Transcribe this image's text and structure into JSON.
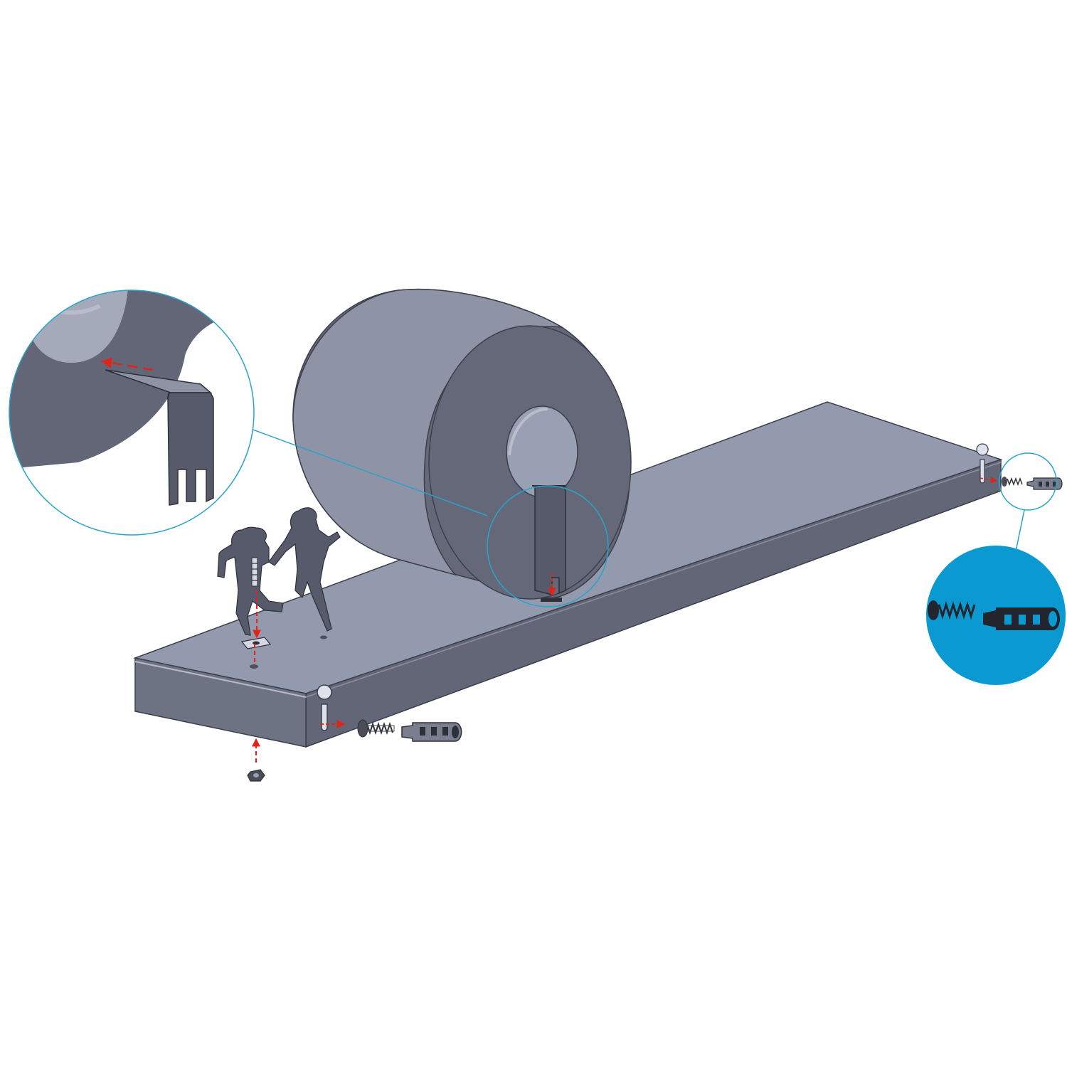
{
  "figure": {
    "background": "#ffffff",
    "colors": {
      "steel_top": "#949aad",
      "steel_front": "#6e7384",
      "steel_side": "#626677",
      "steel_dark": "#565a6a",
      "roll_face": "#8e93a6",
      "roll_body": "#646878",
      "outline": "#3c3f4a",
      "arrow_red": "#e2231a",
      "callout_line": "#2aa3c9",
      "callout_fill": "#0a9ad1",
      "hardware": "#4a4d57"
    },
    "parts": [
      {
        "name": "shelf-plank"
      },
      {
        "name": "toilet-roll"
      },
      {
        "name": "roll-holder-bracket"
      },
      {
        "name": "running-figures-decoration"
      },
      {
        "name": "screw"
      },
      {
        "name": "wall-anchor"
      },
      {
        "name": "hex-nut"
      },
      {
        "name": "keyhole-slot"
      }
    ],
    "callouts": [
      {
        "name": "bracket-detail-callout"
      },
      {
        "name": "anchor-detail-callout"
      }
    ]
  }
}
